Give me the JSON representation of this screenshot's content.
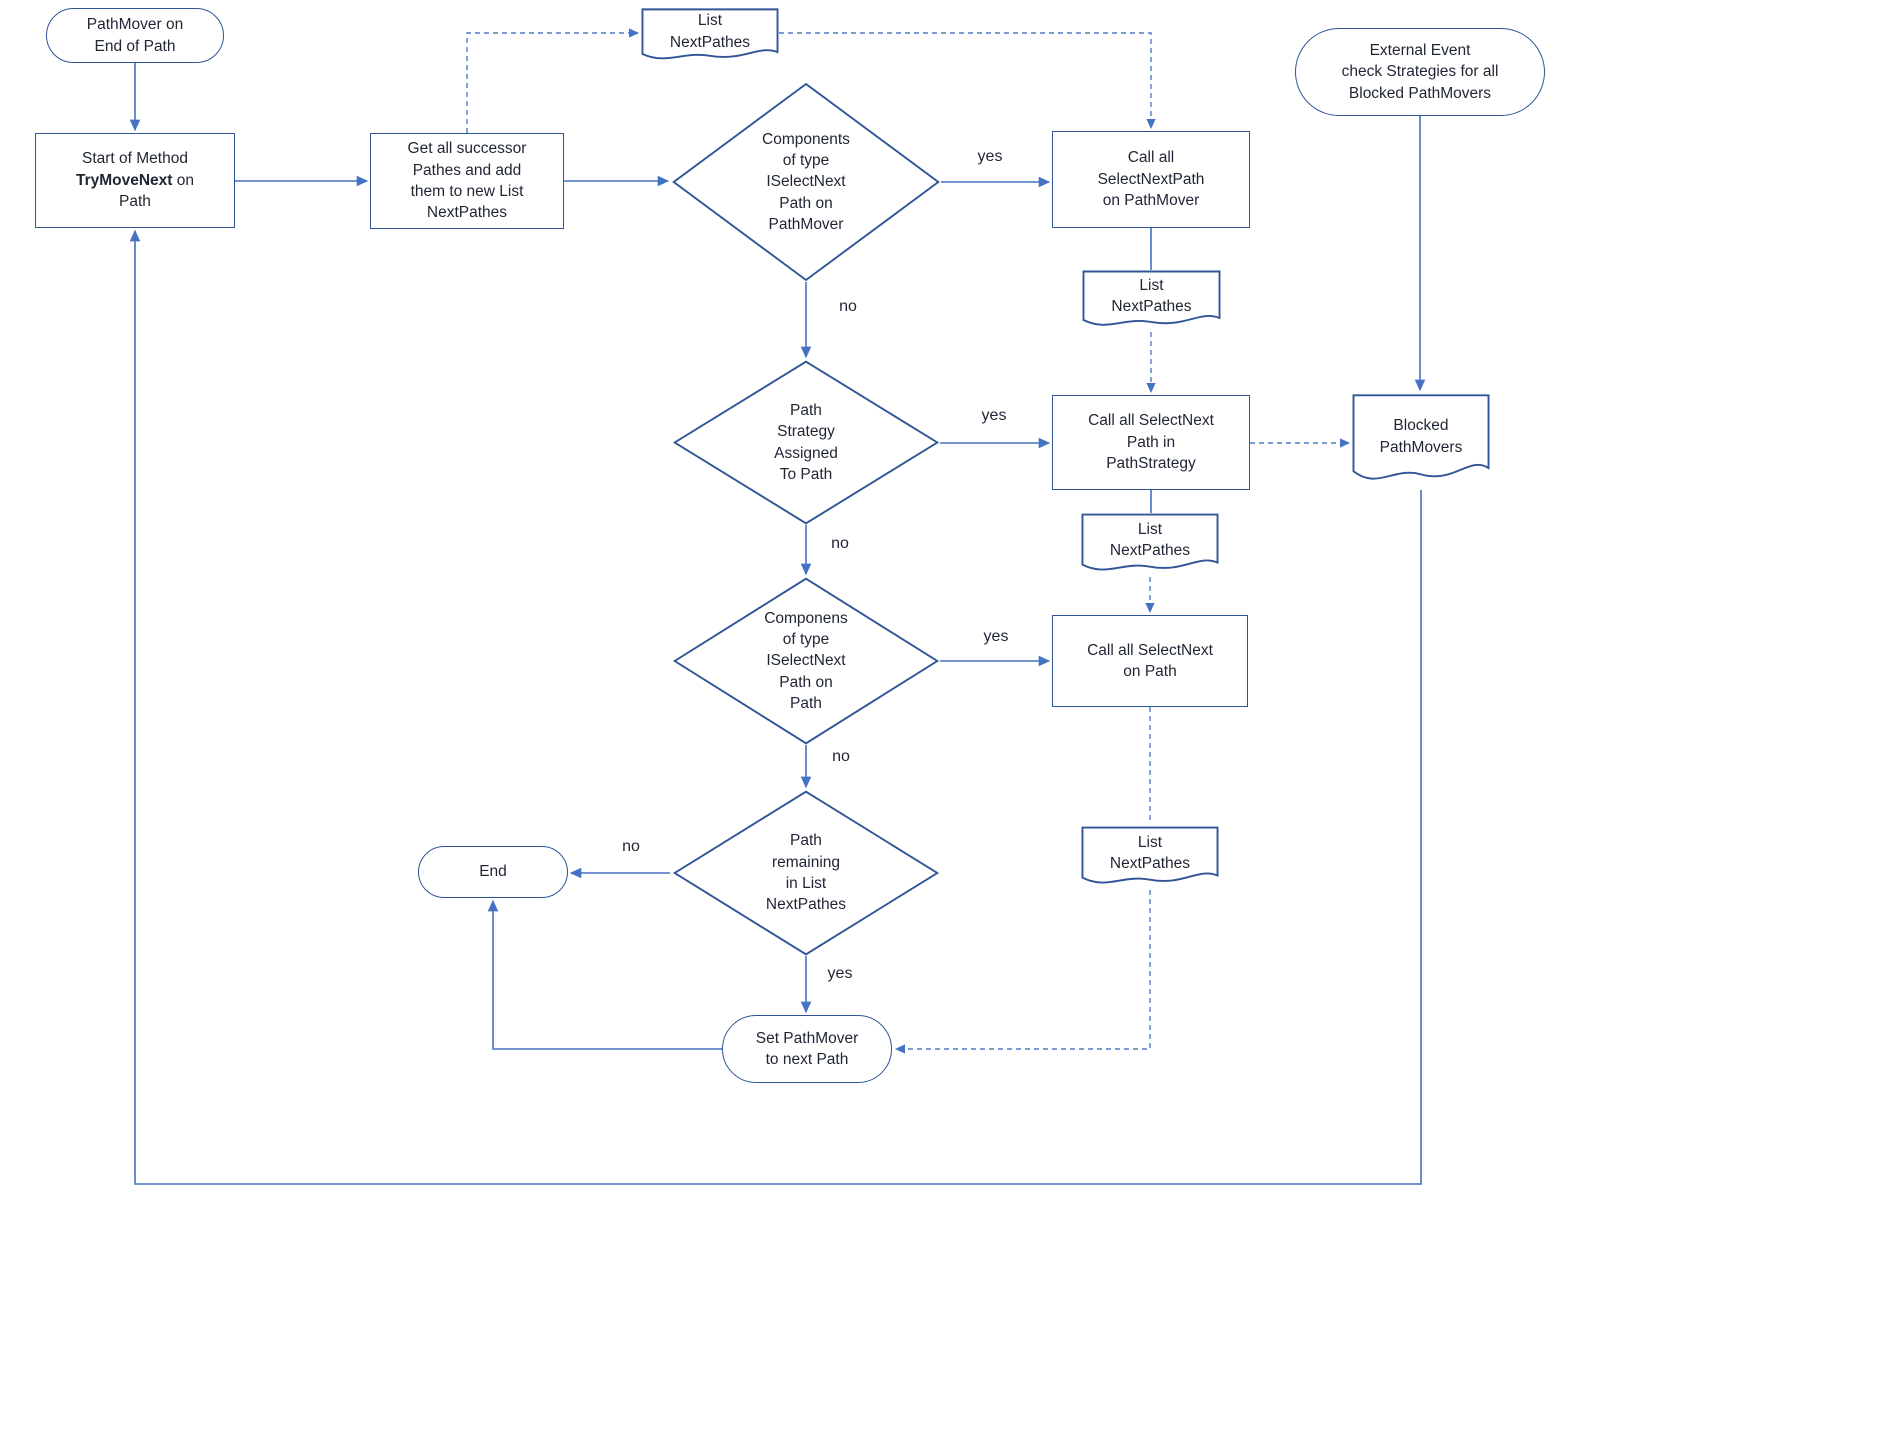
{
  "nodes": {
    "pathmover_end": {
      "label": "PathMover on\nEnd of Path"
    },
    "start": {
      "text1": "Start of Method",
      "bold": "TryMoveNext",
      "text2": "on\nPath"
    },
    "get_successors": {
      "label": "Get all successor\nPathes and add\nthem to new List\nNextPathes"
    },
    "list_nextpathes_top": {
      "label": "List\nNextPathes"
    },
    "components_pathmover": {
      "label": "Components\nof type\nISelectNext\nPath on\nPathMover"
    },
    "call_selectnextpath_pathmover": {
      "label": "Call all\nSelectNextPath\non PathMover"
    },
    "list_nextpathes_1": {
      "label": "List\nNextPathes"
    },
    "path_strategy": {
      "label": "Path\nStrategy\nAssigned\nTo Path"
    },
    "call_selectnext_pathstrategy": {
      "label": "Call all SelectNext\nPath in\nPathStrategy"
    },
    "blocked_pathmovers": {
      "label": "Blocked\nPathMovers"
    },
    "external_event": {
      "label": "External Event\ncheck Strategies for all\nBlocked PathMovers"
    },
    "list_nextpathes_2": {
      "label": "List\nNextPathes"
    },
    "components_path": {
      "label": "Componens\nof type\nISelectNext\nPath on\nPath"
    },
    "call_selectnext_path": {
      "label": "Call all SelectNext\non Path"
    },
    "list_nextpathes_3": {
      "label": "List\nNextPathes"
    },
    "path_remaining": {
      "label": "Path\nremaining\nin List\nNextPathes"
    },
    "end": {
      "label": "End"
    },
    "set_pathmover": {
      "label": "Set PathMover\nto next Path"
    }
  },
  "edge_labels": {
    "yes_components": "yes",
    "no_components": "no",
    "yes_strategy": "yes",
    "no_strategy": "no",
    "yes_components_path": "yes",
    "no_components_path": "no",
    "no_remaining": "no",
    "yes_remaining": "yes"
  },
  "colors": {
    "shape_border": "#2f5597",
    "connector": "#4472c4",
    "text": "#1f2533",
    "background": "#ffffff"
  }
}
